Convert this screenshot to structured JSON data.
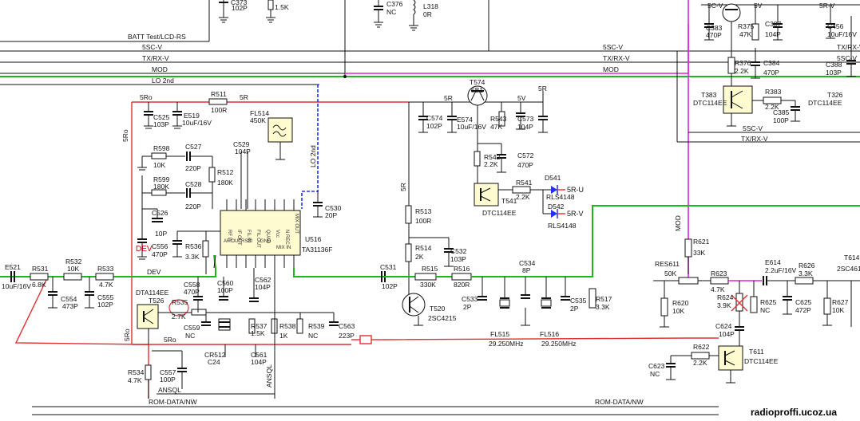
{
  "nets": {
    "batt_test": "BATT Test/LCD-RS",
    "sc_5v_top": "5SC-V",
    "txrx_top": "TX/RX-V",
    "mod_top": "MOD",
    "lo2nd_top": "LO 2nd",
    "sc_5v_top_right": "5SC-V",
    "txrx_top_right": "TX/RX-V",
    "mod_top_right": "MOD",
    "rail_5ro_a": "5Ro",
    "rail_5r_a": "5R",
    "rail_5ro_vert": "5Ro",
    "lo2nd_vert": "LO 2nd",
    "dev_net": "DEV",
    "dev_label": "DEV",
    "rail_5r_mid": "5R",
    "rail_5r_top2": "5R",
    "rail_5v_top2": "5V",
    "rail_5r_u": "5R-U",
    "rail_5r_v": "5R-V",
    "ro_bottom": "5Ro",
    "ro_bottom_vert": "5Ro",
    "ansql_h": "ANSQL",
    "ansql_v": "ANSQL",
    "rom_data_left": "ROM-DATA/NW",
    "rom_data_right": "ROM-DATA/NW",
    "mod_vert": "MOD",
    "sc5v_right": "5SC-V",
    "txrx_right": "TX/RX-V",
    "rail_5c_v": "5C-V",
    "rail_5v_right": "5V",
    "rail_5r_v_right": "5R-V",
    "sc5v_label_mid": "5SC-V",
    "txrx_label_mid": "TX/RX-V"
  },
  "components": {
    "c373": "C373",
    "c373_v": "102P",
    "r_top": "1.5K",
    "c376": "C376",
    "c376_v": "NC",
    "l318": "L318",
    "l318_v": "0R",
    "r511": "R511",
    "r511_v": "100R",
    "c525": "C525",
    "c525_v": "103P",
    "e519": "E519",
    "e519_v": "10uF/16V",
    "fl514": "FL514",
    "fl514_v": "450K",
    "r598": "R598",
    "r598_v": "10K",
    "c527": "C527",
    "c527_v": "220P",
    "c529": "C529",
    "c529_v": "104P",
    "r512": "R512",
    "r512_v": "180K",
    "r599": "R599",
    "r599_v": "180K",
    "c528": "C528",
    "c528_v": "220P",
    "c526": "C526",
    "c526_v": "10P",
    "c556": "C556",
    "c556_v": "470P",
    "r536": "R536",
    "r536_v": "3.3K",
    "c530": "C530",
    "c530_v": "20P",
    "u516": "U516",
    "u516_v": "TA31136F",
    "e521": "E521",
    "e521_v": "10uF/16V",
    "r531": "R531",
    "r531_v": "6.8K",
    "r532": "R532",
    "r532_v": "10K",
    "r533": "R533",
    "r533_v": "4.7K",
    "c554": "C554",
    "c554_v": "473P",
    "c555": "C555",
    "c555_v": "102P",
    "t526_type": "DTA114EE",
    "t526": "T526",
    "r535": "R535",
    "r535_v": "2.7K",
    "c558": "C558",
    "c558_v": "470P",
    "c560": "C560",
    "c560_v": "100P",
    "c562": "C562",
    "c562_v": "104P",
    "c559": "C559",
    "c559_v": "NC",
    "r537": "R537",
    "r537_v": "1.5K",
    "r538": "R538",
    "r538_v": "1K",
    "r539": "R539",
    "r539_v": "NC",
    "c563": "C563",
    "c563_v": "223P",
    "cr512": "CR512",
    "cr512_v": "C24",
    "c561": "C561",
    "c561_v": "104P",
    "r534": "R534",
    "r534_v": "4.7K",
    "c557": "C557",
    "c557_v": "100P",
    "c531": "C531",
    "c531_v": "102P",
    "r513": "R513",
    "r513_v": "100R",
    "r514": "R514",
    "r514_v": "2K",
    "c532": "C532",
    "c532_v": "103P",
    "r515": "R515",
    "r515_v": "330K",
    "t520": "T520",
    "t520_v": "2SC4215",
    "r516": "R516",
    "r516_v": "820R",
    "c533": "C533",
    "c533_v": "2P",
    "c534": "C534",
    "c534_v": "8P",
    "c535": "C535",
    "c535_v": "2P",
    "r517": "R517",
    "r517_v": "3.3K",
    "fl515": "FL515",
    "fl515_v": "29.250MHz",
    "fl516": "FL516",
    "fl516_v": "29.250MHz",
    "c574": "C574",
    "c574_v": "102P",
    "t574": "T574",
    "t574_v": "5B1",
    "e574": "E574",
    "e574_v": "10uF/16V",
    "r543": "R543",
    "r543_v": "47K",
    "c573": "C573",
    "c573_v": "104P",
    "r542": "R542",
    "r542_v": "2.2K",
    "c572": "C572",
    "c572_v": "470P",
    "t541_type": "DTC114EE",
    "t541": "T541",
    "r541": "R541",
    "r541_v": "2.2K",
    "d541": "D541",
    "d541_v": "RLS4148",
    "d542": "D542",
    "d542_v": "RLS4148",
    "r621": "R621",
    "r621_v": "33K",
    "res611": "RES611",
    "res611_v": "50K",
    "r620": "R620",
    "r620_v": "10K",
    "r623": "R623",
    "r623_v": "4.7K",
    "r624": "R624",
    "r624_v": "3.9K",
    "r625": "R625",
    "r625_v": "NC",
    "e614": "E614",
    "e614_v": "2.2uF/16V",
    "r626": "R626",
    "r626_v": "3.3K",
    "c625": "C625",
    "c625_v": "472P",
    "r627": "R627",
    "r627_v": "10K",
    "t614": "T614",
    "t614_v": "2SC461",
    "c624": "C624",
    "c624_v": "104P",
    "r622": "R622",
    "r622_v": "2.2K",
    "c623": "C623",
    "c623_v": "NC",
    "t611": "T611",
    "t611_v": "DTC114EE",
    "c383": "C383",
    "c383_v": "470P",
    "r375": "R375",
    "r375_v": "47K",
    "c387": "C387",
    "c387_v": "104P",
    "r376": "R376",
    "r376_v": "2.2K",
    "c384": "C384",
    "c384_v": "470P",
    "t383": "T383",
    "t383_v": "DTC114EE",
    "r383": "R383",
    "r383_v": "2.2K",
    "c385": "C385",
    "c385_v": "100P",
    "c456": "C456",
    "c456_v": "10uF/16V",
    "c388": "C388",
    "c388_v": "103P",
    "t326": "T326",
    "t326_v": "DTC114EE"
  },
  "pins": [
    "RF IN",
    "IF OUT",
    "FIL IN",
    "FIL OUT",
    "QUAD",
    "Vcc",
    "N REC",
    "MIX OUT",
    "OSC OUT",
    "OSC IN",
    "GND",
    "AF OUT",
    "RSSI",
    "FIL IN",
    "DEC",
    "MIX IN"
  ],
  "marks": {
    "chip_marker": "5R"
  },
  "watermark": "radioproffi.ucoz.ua",
  "colors": {
    "mod_line": "#e020e0",
    "dev_line": "#1fb51f",
    "rail_5ro": "#e03030",
    "lo2nd": "#2030ff",
    "ic_fill": "#fffbd0"
  }
}
